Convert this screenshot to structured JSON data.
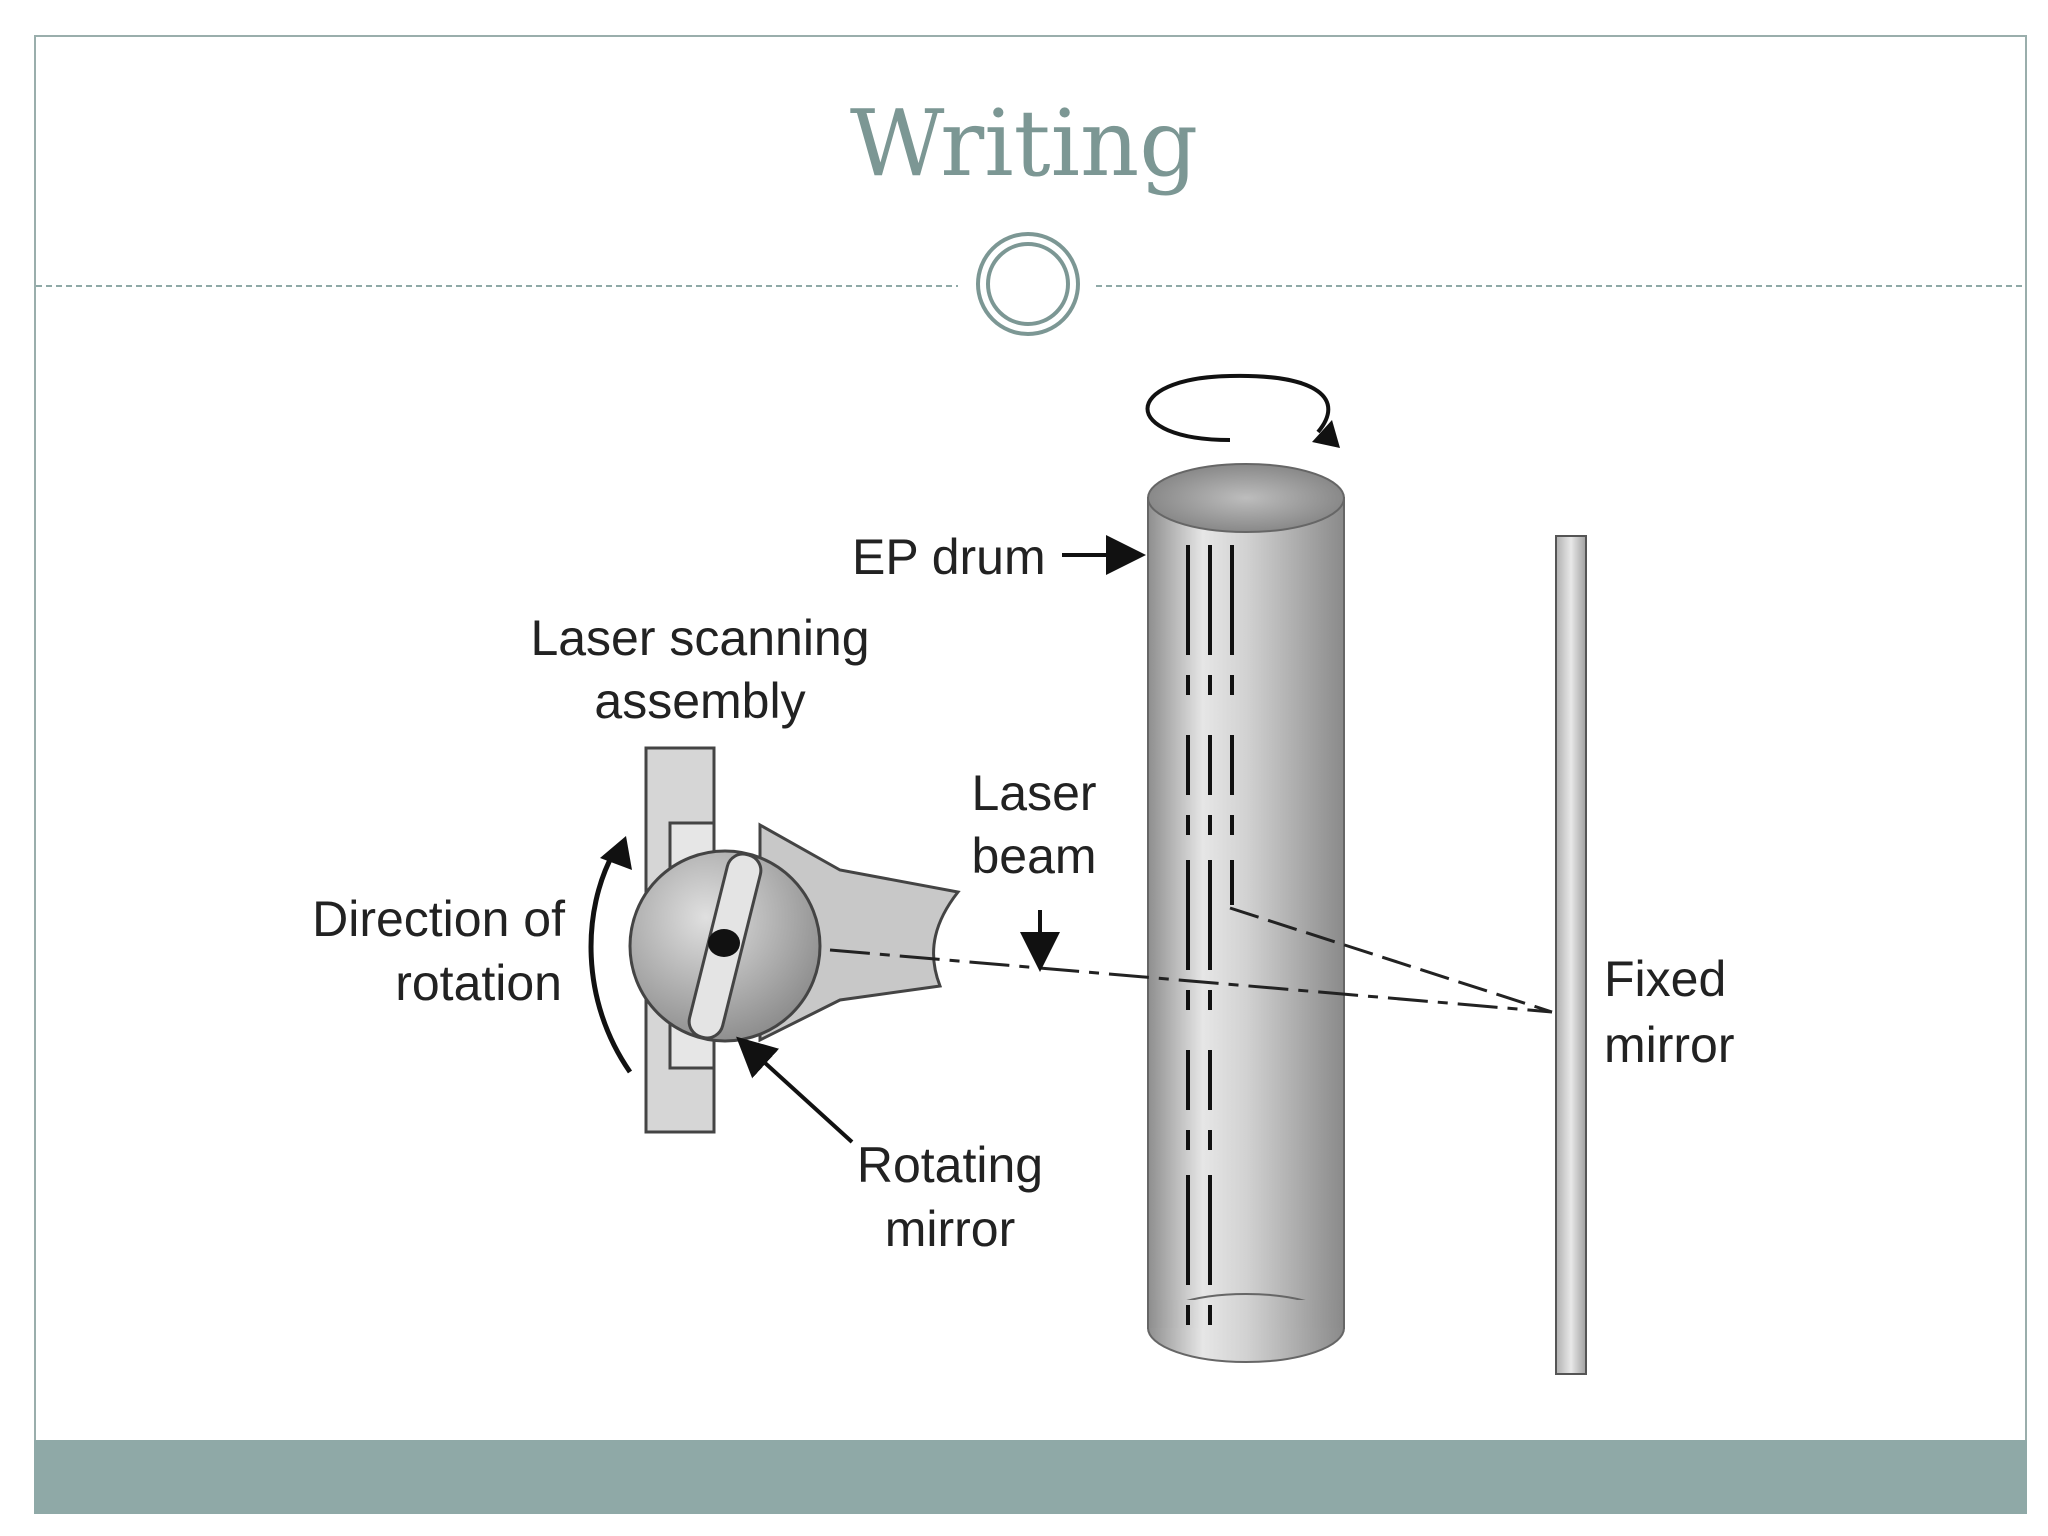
{
  "slide": {
    "title": "Writing"
  },
  "diagram": {
    "labels": {
      "ep_drum": "EP drum",
      "laser_scanning_line1": "Laser scanning",
      "laser_scanning_line2": "assembly",
      "laser_beam_line1": "Laser",
      "laser_beam_line2": "beam",
      "direction_line1": "Direction of",
      "direction_line2": "rotation",
      "fixed_mirror_line1": "Fixed",
      "fixed_mirror_line2": "mirror",
      "rotating_mirror_line1": "Rotating",
      "rotating_mirror_line2": "mirror"
    }
  },
  "colors": {
    "accent": "#7c9794",
    "band": "#8fa9a7",
    "frame": "#9aaeac"
  }
}
